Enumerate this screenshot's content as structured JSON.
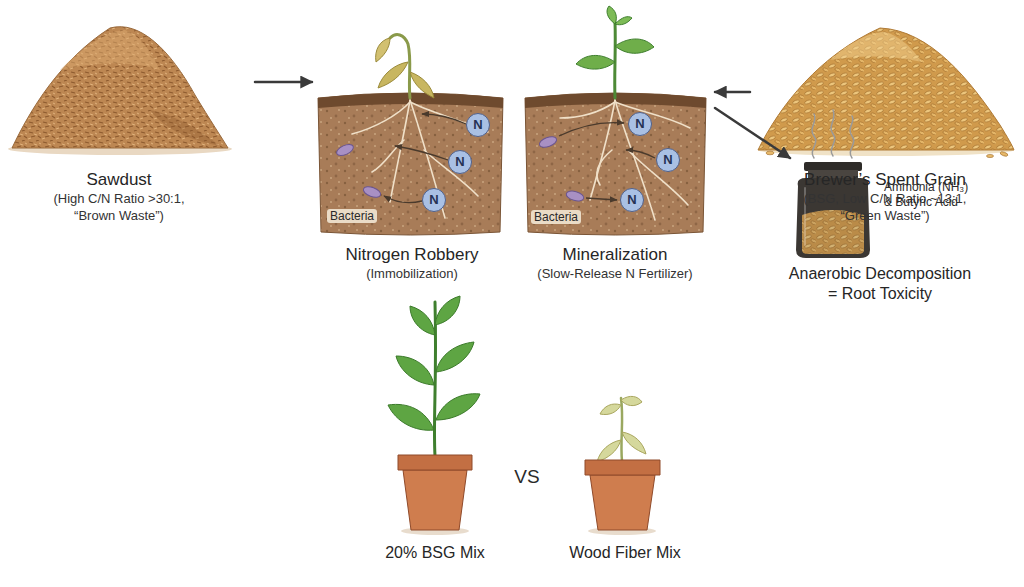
{
  "diagram": {
    "nodes": [
      {
        "text": [
          "Sawdust",
          "(High C/N Ratio >30:1, “Brown Waste”)"
        ]
      },
      {
        "text": [
          "Nitrogen Robbery",
          "(Immobilization)"
        ]
      },
      {
        "text": [
          "N"
        ],
        "in": 1
      },
      {
        "text": [
          "N"
        ],
        "in": 1
      },
      {
        "text": [
          "N"
        ],
        "in": 1
      },
      {
        "text": [
          "Mineralization",
          "(Slow-Release N Fertilizer)"
        ]
      },
      {
        "text": [
          "N"
        ],
        "in": 5
      },
      {
        "text": [
          "N"
        ],
        "in": 5
      },
      {
        "text": [
          "N"
        ],
        "in": 5
      },
      {
        "text": [
          "Brewer’s Spent Grain",
          "(BSG, Low C/N Ratio ~13:1, “Green Waste”)"
        ]
      },
      {
        "text": [
          "Anaerobic Decomposition = Root Toxicity"
        ]
      },
      {
        "text": [
          "20% BSG Mix"
        ]
      },
      {
        "text": [
          "Wood Fiber Mix"
        ]
      }
    ],
    "edges": [
      {
        "from": 0,
        "to": 1,
        "arrow": "to"
      },
      {
        "from": 9,
        "to": 5,
        "arrow": "to"
      },
      {
        "from": 5,
        "to": 10,
        "arrow": "to"
      }
    ],
    "labels": [
      "Bacteria",
      "Bacteria",
      "Ammonia (NH₃) & Butyric Acid",
      "VS"
    ]
  }
}
